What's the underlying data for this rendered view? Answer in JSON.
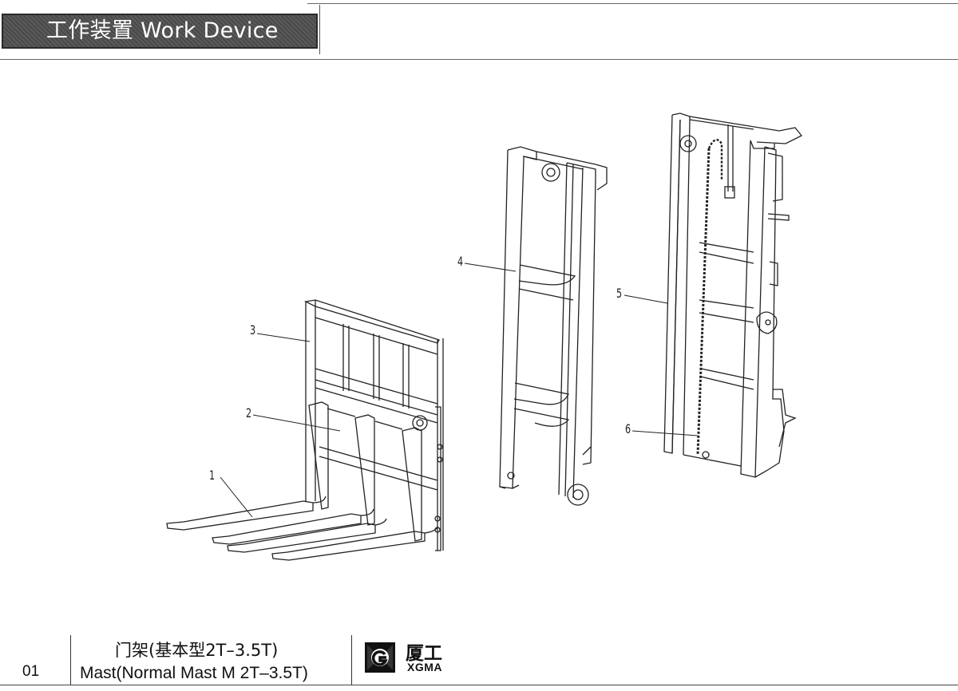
{
  "header": {
    "title": "工作装置 Work Device"
  },
  "callouts": [
    "1",
    "2",
    "3",
    "4",
    "5",
    "6"
  ],
  "footer": {
    "page_number": "01",
    "caption_cn": "门架(基本型2T–3.5T)",
    "caption_en": "Mast(Normal Mast M 2T–3.5T)",
    "logo_cn": "厦工",
    "logo_en": "XGMA"
  }
}
